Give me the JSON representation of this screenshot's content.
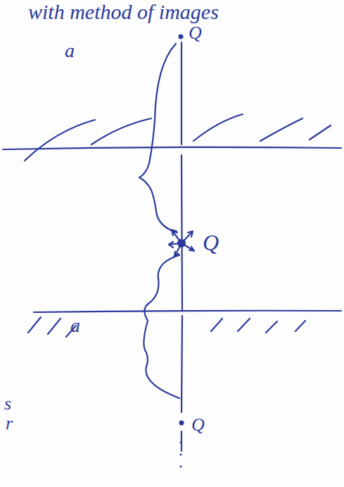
{
  "diagram": {
    "labels": [
      "with method of images",
      "a",
      "Q",
      "Q",
      "a",
      "s",
      "r",
      "Q"
    ]
  }
}
